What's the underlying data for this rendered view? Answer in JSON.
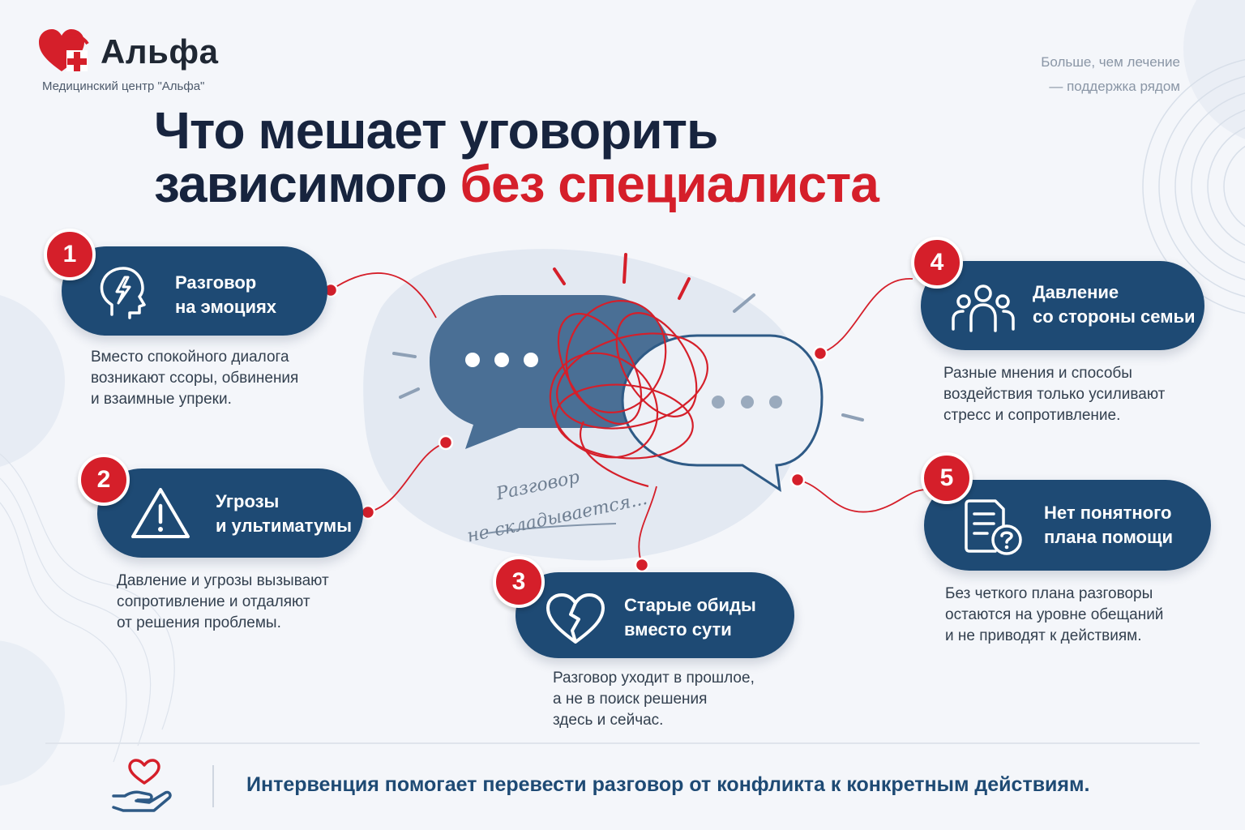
{
  "brand": {
    "name": "Альфа",
    "subtitle": "Медицинский центр \"Альфа\"",
    "tagline_line1": "Больше, чем лечение",
    "tagline_line2": "— поддержка рядом"
  },
  "title": {
    "line1": "Что мешает уговорить",
    "line2_dark": "зависимого",
    "line2_red": "без специалиста"
  },
  "center": {
    "caption_line1": "Разговор",
    "caption_line2": "не складывается..."
  },
  "items": [
    {
      "number": "1",
      "label": "Разговор\nна эмоциях",
      "description": "Вместо спокойного диалога\nвозникают ссоры, обвинения\nи взаимные упреки.",
      "icon": "head-lightning-icon"
    },
    {
      "number": "2",
      "label": "Угрозы\nи ультиматумы",
      "description": "Давление и угрозы вызывают\nсопротивление и отдаляют\nот решения проблемы.",
      "icon": "warning-triangle-icon"
    },
    {
      "number": "3",
      "label": "Старые обиды\nвместо сути",
      "description": "Разговор уходит в прошлое,\nа не в поиск решения\nздесь и сейчас.",
      "icon": "broken-heart-icon"
    },
    {
      "number": "4",
      "label": "Давление\nсо стороны семьи",
      "description": "Разные мнения и способы\nвоздействия только усиливают\nстресс и сопротивление.",
      "icon": "family-group-icon"
    },
    {
      "number": "5",
      "label": "Нет понятного\nплана помощи",
      "description": "Без четкого плана разговоры\nостаются на уровне обещаний\nи не приводят к действиям.",
      "icon": "document-question-icon"
    }
  ],
  "footer": {
    "text": "Интервенция помогает перевести разговор от конфликта к конкретным действиям.",
    "icon": "heart-hand-icon"
  },
  "colors": {
    "navy": "#1e4a74",
    "red": "#d51f2a",
    "title": "#17243e"
  }
}
